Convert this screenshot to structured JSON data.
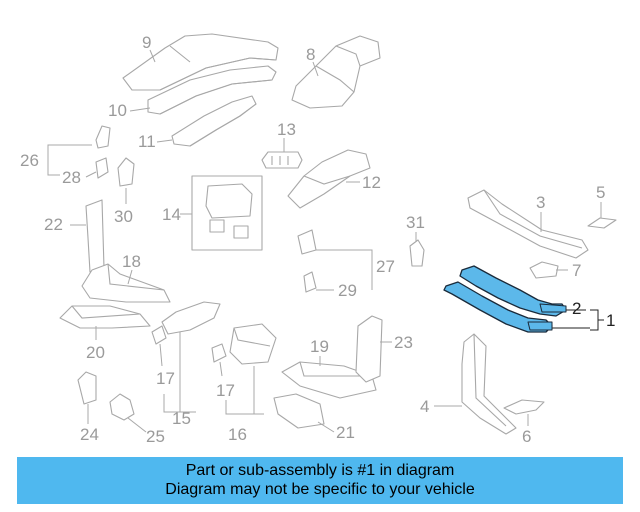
{
  "banner": {
    "line1": "Part or sub-assembly is #1 in diagram",
    "line2": "Diagram may not be specific to your vehicle"
  },
  "callouts": {
    "n1": "1",
    "n2": "2",
    "n3": "3",
    "n4": "4",
    "n5": "5",
    "n6": "6",
    "n7": "7",
    "n8": "8",
    "n9": "9",
    "n10": "10",
    "n11": "11",
    "n12": "12",
    "n13": "13",
    "n14": "14",
    "n15": "15",
    "n16": "16",
    "n17a": "17",
    "n17b": "17",
    "n18": "18",
    "n19": "19",
    "n20": "20",
    "n21": "21",
    "n22": "22",
    "n23": "23",
    "n24": "24",
    "n25": "25",
    "n26": "26",
    "n27": "27",
    "n28": "28",
    "n29": "29",
    "n30": "30",
    "n31": "31"
  },
  "colors": {
    "highlight_part": "#5cb8ea",
    "banner_background": "#4fb8ef",
    "callout_gray": "#9a9a9a"
  }
}
